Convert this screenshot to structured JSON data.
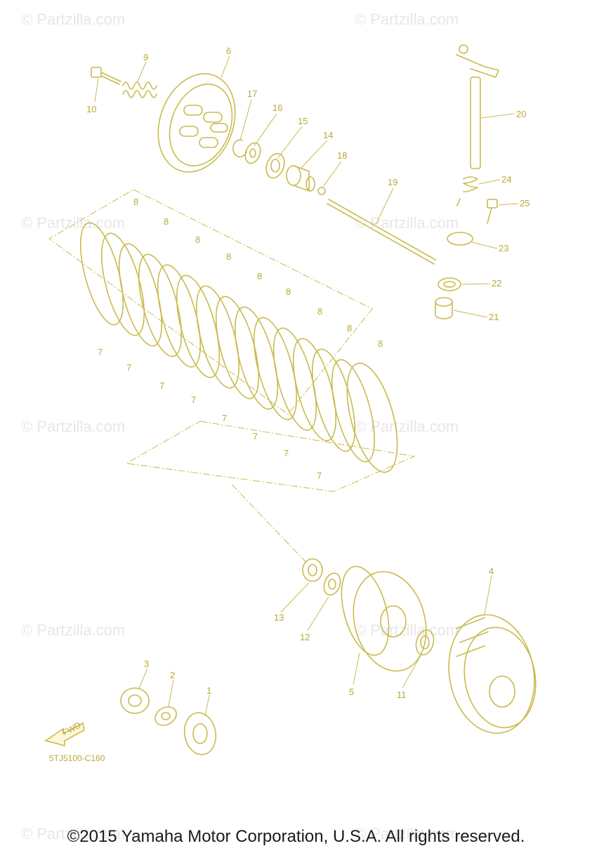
{
  "watermark": {
    "text": "© Partzilla.com"
  },
  "diagram_code": "5TJ5100-C160",
  "fwd_label": "FWD",
  "callouts": {
    "p1": "1",
    "p2": "2",
    "p3": "3",
    "p4": "4",
    "p5": "5",
    "p6": "6",
    "p7": "7",
    "p8": "8",
    "p9": "9",
    "p10": "10",
    "p11": "11",
    "p12": "12",
    "p13": "13",
    "p14": "14",
    "p15": "15",
    "p16": "16",
    "p17": "17",
    "p18": "18",
    "p19": "19",
    "p20": "20",
    "p21": "21",
    "p22": "22",
    "p23": "23",
    "p24": "24",
    "p25": "25"
  },
  "copyright": "©2015 Yamaha Motor Corporation, U.S.A. All rights reserved.",
  "colors": {
    "line_art": "#c9bb4e",
    "callout_text": "#b8a93a",
    "watermark": "#e9e6e6"
  }
}
